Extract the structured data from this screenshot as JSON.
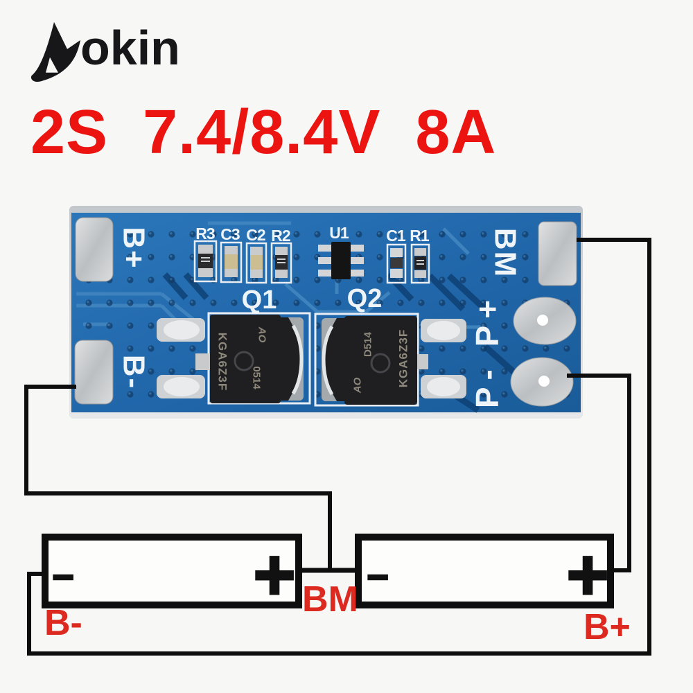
{
  "brand": {
    "full_name": "Aokin",
    "wordmark_suffix": "okin"
  },
  "title": "2S 7.4/8.4V 8A",
  "pcb": {
    "silkscreen": {
      "b_plus": "B+",
      "b_minus": "B-",
      "bm": "BM",
      "p_row": "P- P+",
      "refs": {
        "r3": "R3",
        "c3": "C3",
        "c2": "C2",
        "r2": "R2",
        "u1": "U1",
        "c1": "C1",
        "r1": "R1",
        "q1": "Q1",
        "q2": "Q2"
      }
    },
    "q1_marking": {
      "part": "KGA6Z3F",
      "date": "0514",
      "logo": "AO"
    },
    "q2_marking": {
      "part": "KGA6Z3F",
      "date": "D514",
      "logo": "AO"
    }
  },
  "diagram": {
    "cell1": {
      "neg": "−",
      "pos": "+"
    },
    "cell2": {
      "neg": "−",
      "pos": "+"
    },
    "labels": {
      "b_minus": "B-",
      "bm": "BM",
      "b_plus": "B+"
    }
  },
  "colors": {
    "title_red": "#ec1410",
    "label_red": "#dc2a20",
    "pcb_blue": "#2066a9",
    "wire_black": "#0e0e0e"
  }
}
